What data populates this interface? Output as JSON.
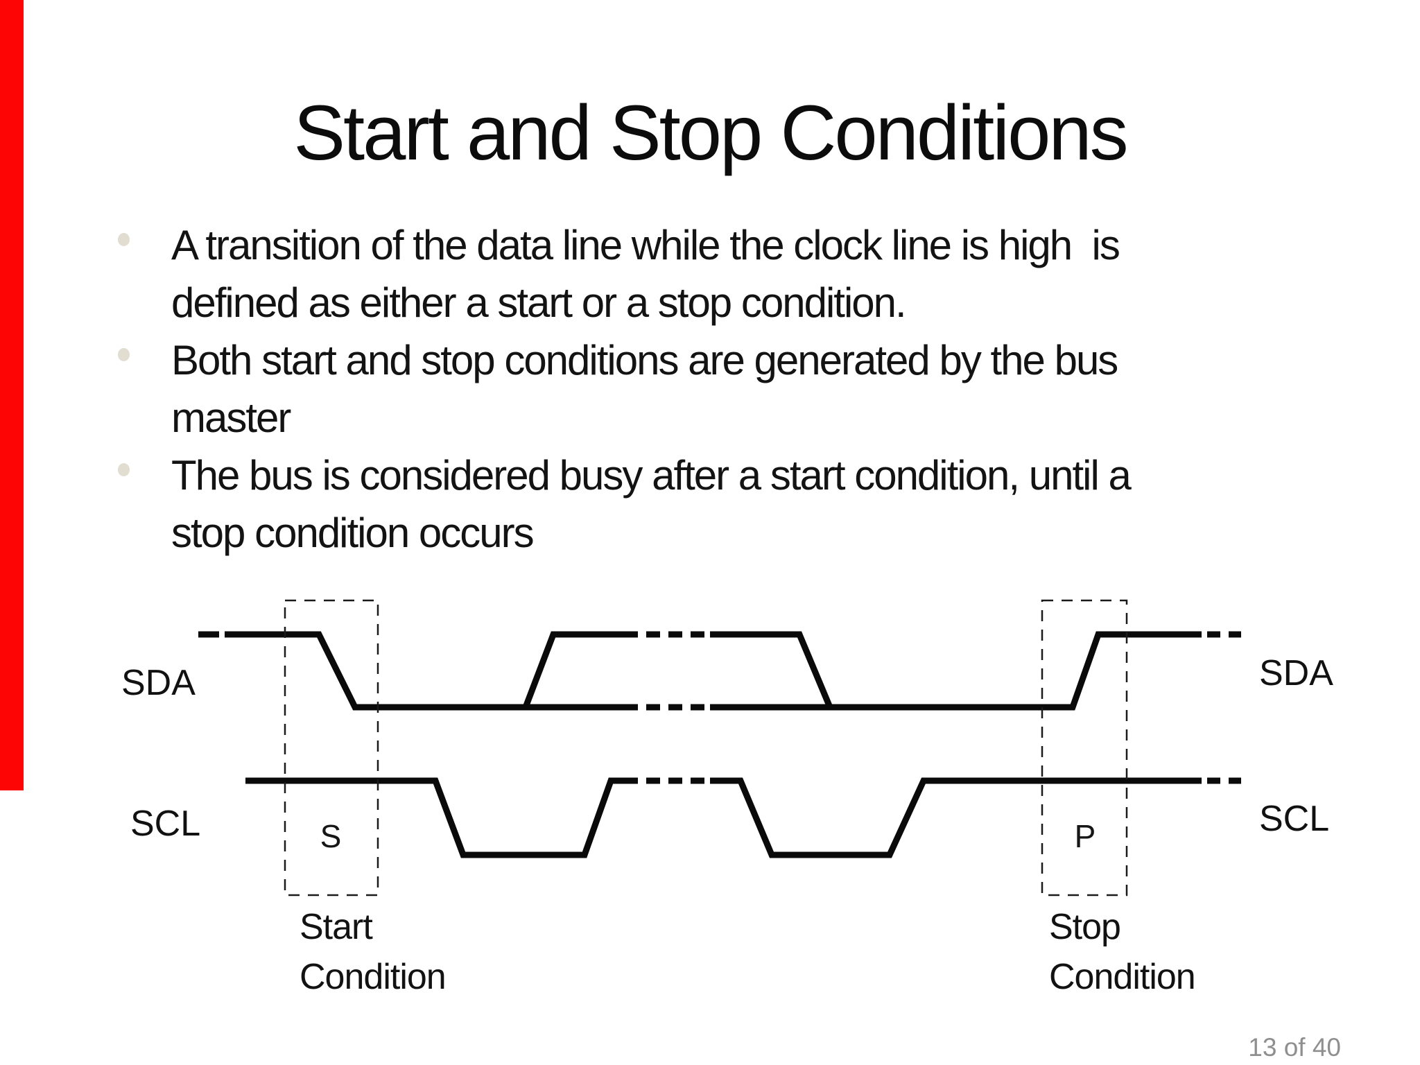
{
  "slide": {
    "title": "Start and Stop Conditions",
    "bullets": [
      {
        "lines": [
          "A transition of the data line while the clock line is high  is",
          "defined as either a start or a stop condition."
        ]
      },
      {
        "lines": [
          "Both start and stop conditions are generated by the bus",
          "master"
        ]
      },
      {
        "lines": [
          "The bus is considered busy after a start condition, until a",
          "stop condition occurs"
        ]
      }
    ],
    "accent_bar_color": "#fe0505",
    "page_indicator": "13 of 40"
  },
  "diagram": {
    "sda_label_left": "SDA",
    "scl_label_left": "SCL",
    "sda_label_right": "SDA",
    "scl_label_right": "SCL",
    "start_marker": "S",
    "stop_marker": "P",
    "start_caption_line1": "Start",
    "start_caption_line2": "Condition",
    "stop_caption_line1": "Stop",
    "stop_caption_line2": "Condition",
    "line_color": "#0a0a0a"
  }
}
